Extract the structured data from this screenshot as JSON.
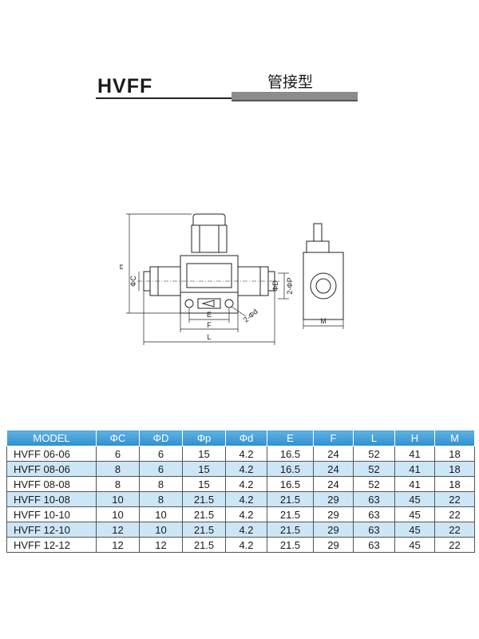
{
  "header": {
    "model": "HVFF",
    "type_label": "管接型"
  },
  "drawing": {
    "dim_labels": {
      "H": "H",
      "C": "ΦC",
      "D": "ΦD",
      "P": "2-ΦP",
      "d": "2-Φd",
      "E": "E",
      "F": "F",
      "L": "L",
      "M": "M"
    }
  },
  "table": {
    "columns": [
      "MODEL",
      "ΦC",
      "ΦD",
      "Φp",
      "Φd",
      "E",
      "F",
      "L",
      "H",
      "M"
    ],
    "rows": [
      [
        "HVFF 06-06",
        "6",
        "6",
        "15",
        "4.2",
        "16.5",
        "24",
        "52",
        "41",
        "18"
      ],
      [
        "HVFF 08-06",
        "8",
        "6",
        "15",
        "4.2",
        "16.5",
        "24",
        "52",
        "41",
        "18"
      ],
      [
        "HVFF 08-08",
        "8",
        "8",
        "15",
        "4.2",
        "16.5",
        "24",
        "52",
        "41",
        "18"
      ],
      [
        "HVFF 10-08",
        "10",
        "8",
        "21.5",
        "4.2",
        "21.5",
        "29",
        "63",
        "45",
        "22"
      ],
      [
        "HVFF 10-10",
        "10",
        "10",
        "21.5",
        "4.2",
        "21.5",
        "29",
        "63",
        "45",
        "22"
      ],
      [
        "HVFF 12-10",
        "12",
        "10",
        "21.5",
        "4.2",
        "21.5",
        "29",
        "63",
        "45",
        "22"
      ],
      [
        "HVFF 12-12",
        "12",
        "12",
        "21.5",
        "4.2",
        "21.5",
        "29",
        "63",
        "45",
        "22"
      ]
    ],
    "highlight_rows": [
      1,
      3,
      5
    ],
    "colors": {
      "header": "#3a9ad9",
      "highlight": "#cde6f7"
    }
  }
}
